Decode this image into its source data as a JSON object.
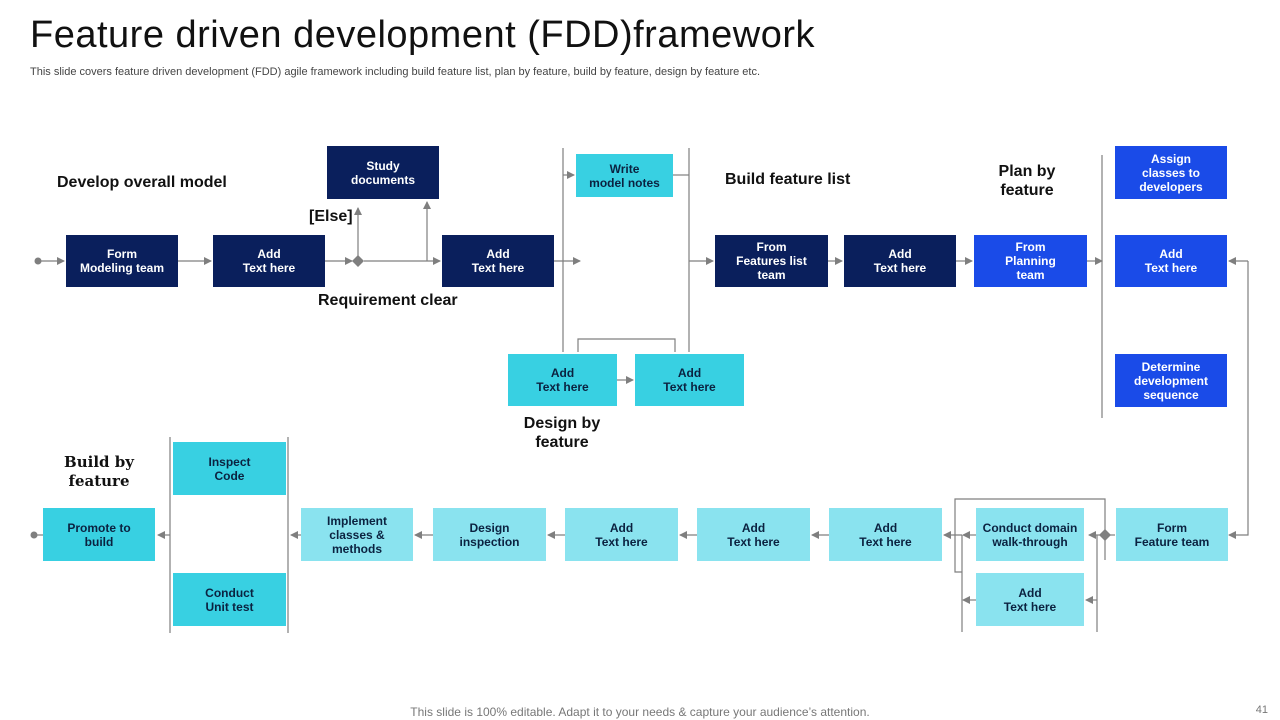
{
  "title": "Feature driven development (FDD)framework",
  "subtitle": "This slide covers feature driven development (FDD) agile framework including build feature list, plan by feature, build by feature, design by feature etc.",
  "footer": "This slide is 100% editable. Adapt it to your needs & capture your audience’s attention.",
  "page_number": "41",
  "colors": {
    "dark": "#0a1f5c",
    "blue": "#1a4be8",
    "cyan": "#38d0e2",
    "light_cyan": "#8ae3ef",
    "connector": "#7f7f7f"
  },
  "labels": {
    "develop_overall_model": "Develop overall model",
    "else": "[Else]",
    "requirement_clear": "Requirement clear",
    "build_feature_list": "Build feature list",
    "plan_by_feature": "Plan by\nfeature",
    "design_by_feature": "Design by\nfeature",
    "build_by_feature": "Build by\nfeature"
  },
  "boxes": {
    "form_modeling_team": "Form\nModeling team",
    "add_text_1": "Add\nText here",
    "study_documents": "Study\ndocuments",
    "add_text_2": "Add\nText here",
    "write_model_notes": "Write\nmodel notes",
    "design_add_1": "Add\nText here",
    "design_add_2": "Add\nText here",
    "features_list_team": "From\nFeatures list\nteam",
    "add_text_3": "Add\nText here",
    "planning_team": "From\nPlanning\nteam",
    "assign_classes": "Assign\nclasses to\ndevelopers",
    "add_text_4": "Add\nText here",
    "determine_sequence": "Determine\ndevelopment\nsequence",
    "form_feature_team": "Form\nFeature team",
    "domain_walkthrough": "Conduct  domain\nwalk-through",
    "walk_add": "Add\nText here",
    "row_add_1": "Add\nText here",
    "row_add_2": "Add\nText here",
    "row_add_3": "Add\nText here",
    "design_inspection": "Design\ninspection",
    "implement_classes": "Implement\nclasses &\nmethods",
    "inspect_code": "Inspect\nCode",
    "unit_test": "Conduct\nUnit test",
    "promote_to_build": "Promote to\nbuild"
  }
}
